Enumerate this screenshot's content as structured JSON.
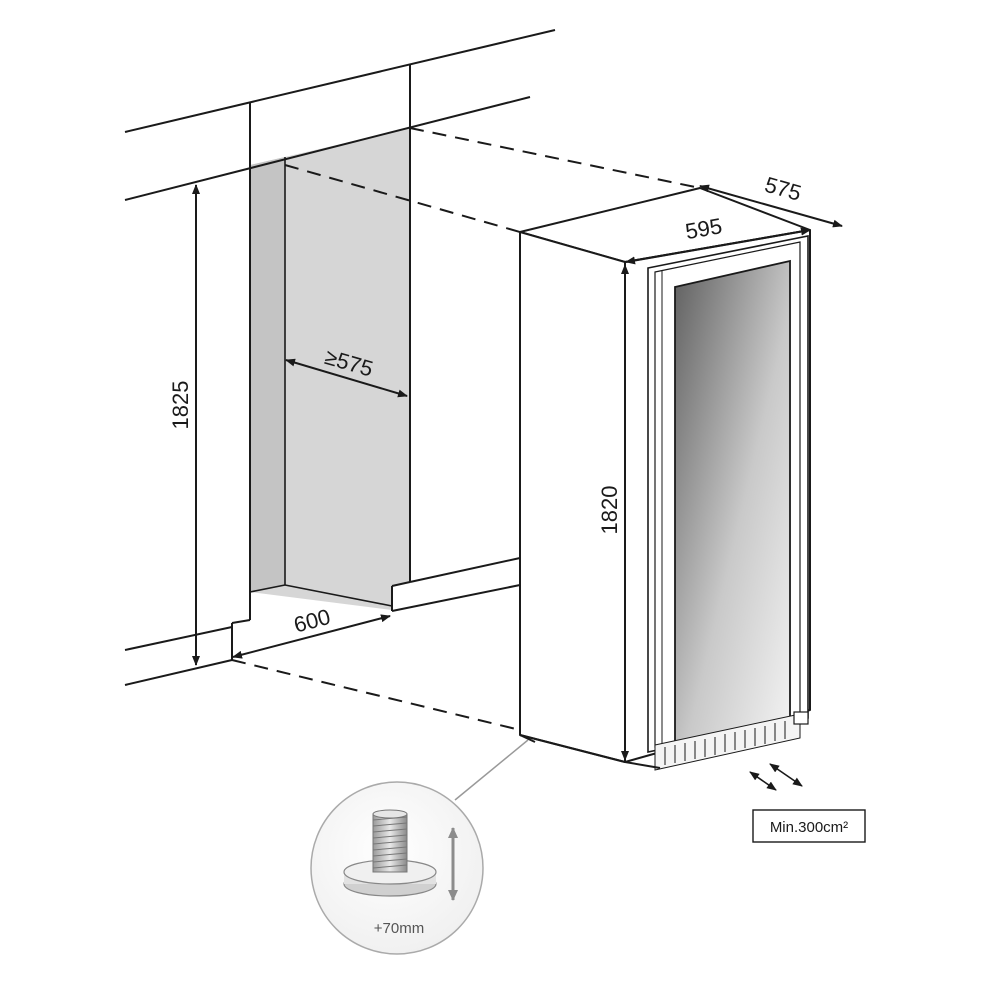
{
  "dimensions": {
    "niche_height": "1825",
    "niche_depth": "≥575",
    "niche_width": "600",
    "unit_width": "595",
    "unit_depth": "575",
    "unit_height": "1820"
  },
  "ventilation": {
    "label": "Min.300cm²"
  },
  "leveling_foot": {
    "label": "+70mm"
  },
  "colors": {
    "line": "#1a1a1a",
    "niche_fill": "#d9d9d9",
    "glass_gradient_dark": "#6e6e6e",
    "glass_gradient_light": "#f2f2f2"
  }
}
